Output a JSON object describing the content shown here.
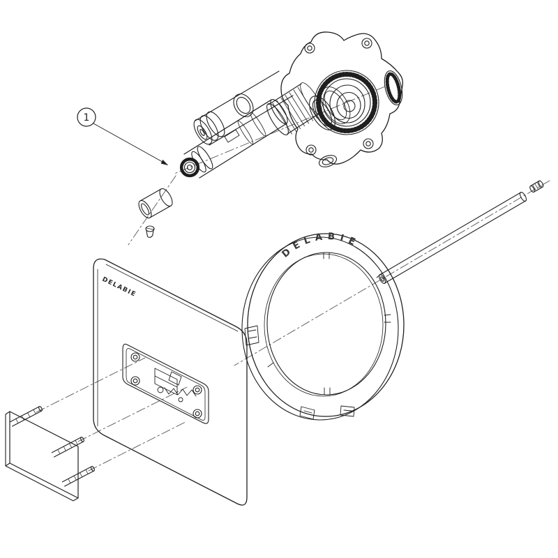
{
  "colors": {
    "background": "#ffffff",
    "line": "#1f1f1f",
    "centerline": "#555555",
    "text": "#1f1f1f"
  },
  "callout": {
    "number": "1"
  },
  "plate": {
    "brand": "DELABIE"
  },
  "ring": {
    "brand": "DELABIE"
  }
}
